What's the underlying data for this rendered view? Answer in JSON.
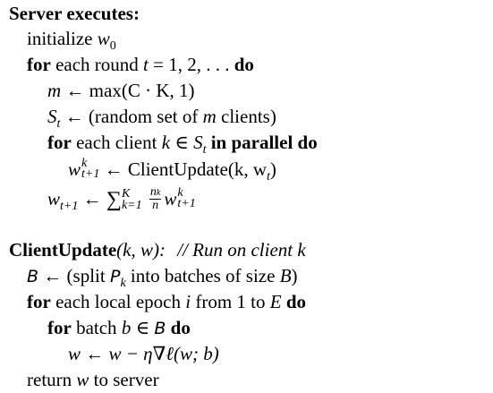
{
  "server": {
    "heading": "Server executes:",
    "init_text": "initialize",
    "init_var": "w",
    "init_sub": "0",
    "for_round_kw": "for",
    "for_round_text": "each round",
    "for_round_var": "t",
    "for_round_eq": "= 1, 2, . . .",
    "for_round_do": "do",
    "m_line_var": "m",
    "m_line_rest": "← max(C · K, 1)",
    "s_line_var": "S",
    "s_line_sub": "t",
    "s_line_arrow": "← (random set of",
    "s_line_m": "m",
    "s_line_end": "clients)",
    "for_client_kw": "for",
    "for_client_text": "each client",
    "for_client_var": "k",
    "for_client_in": "∈",
    "for_client_set": "S",
    "for_client_set_sub": "t",
    "for_client_parallel": "in parallel do",
    "update_var": "w",
    "update_sup": "k",
    "update_sub": "t+1",
    "update_rest": "← ClientUpdate(k, w",
    "update_rest_sub": "t",
    "update_close": ")",
    "agg_var": "w",
    "agg_sub": "t+1",
    "agg_arrow": "←",
    "agg_sigma": "∑",
    "agg_sigma_top": "K",
    "agg_sigma_bottom": "k=1",
    "agg_frac_num": "n",
    "agg_frac_num_sub": "k",
    "agg_frac_den": "n",
    "agg_term_var": "w",
    "agg_term_sup": "k",
    "agg_term_sub": "t+1"
  },
  "client": {
    "heading": "ClientUpdate",
    "heading_args": "(k, w):",
    "comment": "// Run on client k",
    "batch_set": "B",
    "batch_text": "← (split",
    "batch_p": "P",
    "batch_p_sub": "k",
    "batch_rest": "into batches of size",
    "batch_size": "B",
    "batch_close": ")",
    "for_epoch_kw": "for",
    "for_epoch_text": "each local epoch",
    "for_epoch_var": "i",
    "for_epoch_range": "from 1 to",
    "for_epoch_e": "E",
    "for_epoch_do": "do",
    "for_batch_kw": "for",
    "for_batch_text": "batch",
    "for_batch_var": "b",
    "for_batch_in": "∈",
    "for_batch_set": "B",
    "for_batch_do": "do",
    "grad_line": "w ← w − η∇ℓ(w; b)",
    "return_text": "return",
    "return_var": "w",
    "return_end": "to server"
  }
}
